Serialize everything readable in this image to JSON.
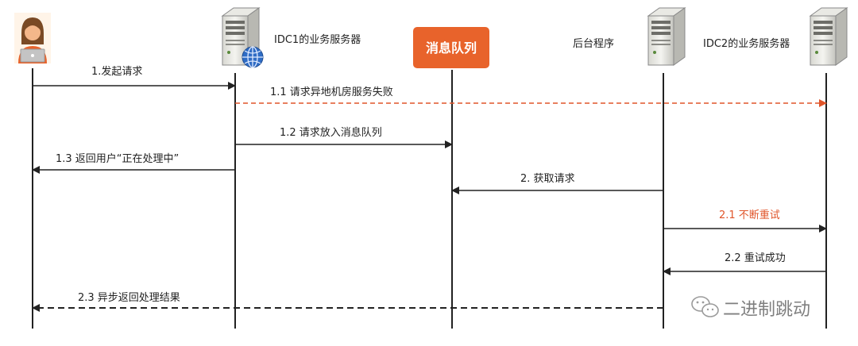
{
  "participants": {
    "idc1_label": "IDC1的业务服务器",
    "mq_label": "消息队列",
    "backend_label": "后台程序",
    "idc2_label": "IDC2的业务服务器"
  },
  "messages": [
    {
      "label": "1.发起请求"
    },
    {
      "label": "1.1 请求异地机房服务失败"
    },
    {
      "label": "1.2 请求放入消息队列"
    },
    {
      "label": "1.3 返回用户“正在处理中”"
    },
    {
      "label": "2. 获取请求"
    },
    {
      "label": "2.1 不断重试"
    },
    {
      "label": "2.2 重试成功"
    },
    {
      "label": "2.3 异步返回处理结果"
    }
  ],
  "watermark": {
    "text": "二进制跳动"
  },
  "colors": {
    "accent_orange": "#e0552a",
    "mq_fill": "#e8632b",
    "line": "#222222"
  },
  "icons": {
    "user": "user-laptop-icon",
    "idc1": "server-globe-icon",
    "backend": "server-icon",
    "idc2": "server-icon",
    "watermark": "wechat-icon"
  }
}
